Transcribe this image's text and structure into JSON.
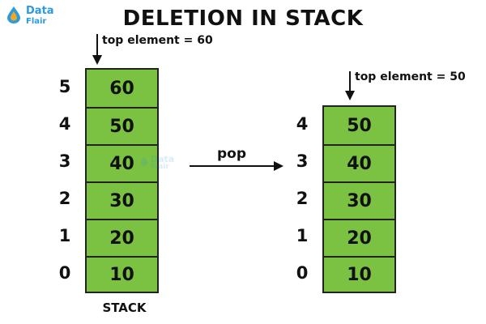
{
  "title": "DELETION IN STACK",
  "logo": {
    "line1": "Data",
    "line2": "Flair",
    "color": "#2b9be0"
  },
  "left": {
    "top_label": "top element = 60",
    "indices": [
      "5",
      "4",
      "3",
      "2",
      "1",
      "0"
    ],
    "values": [
      "60",
      "50",
      "40",
      "30",
      "20",
      "10"
    ],
    "caption": "STACK"
  },
  "operation": {
    "label": "pop"
  },
  "right": {
    "top_label": "top element = 50",
    "indices": [
      "4",
      "3",
      "2",
      "1",
      "0"
    ],
    "values": [
      "50",
      "40",
      "30",
      "20",
      "10"
    ]
  },
  "colors": {
    "cell_fill": "#7bc142",
    "border": "#222222",
    "accent": "#2b9be0"
  }
}
